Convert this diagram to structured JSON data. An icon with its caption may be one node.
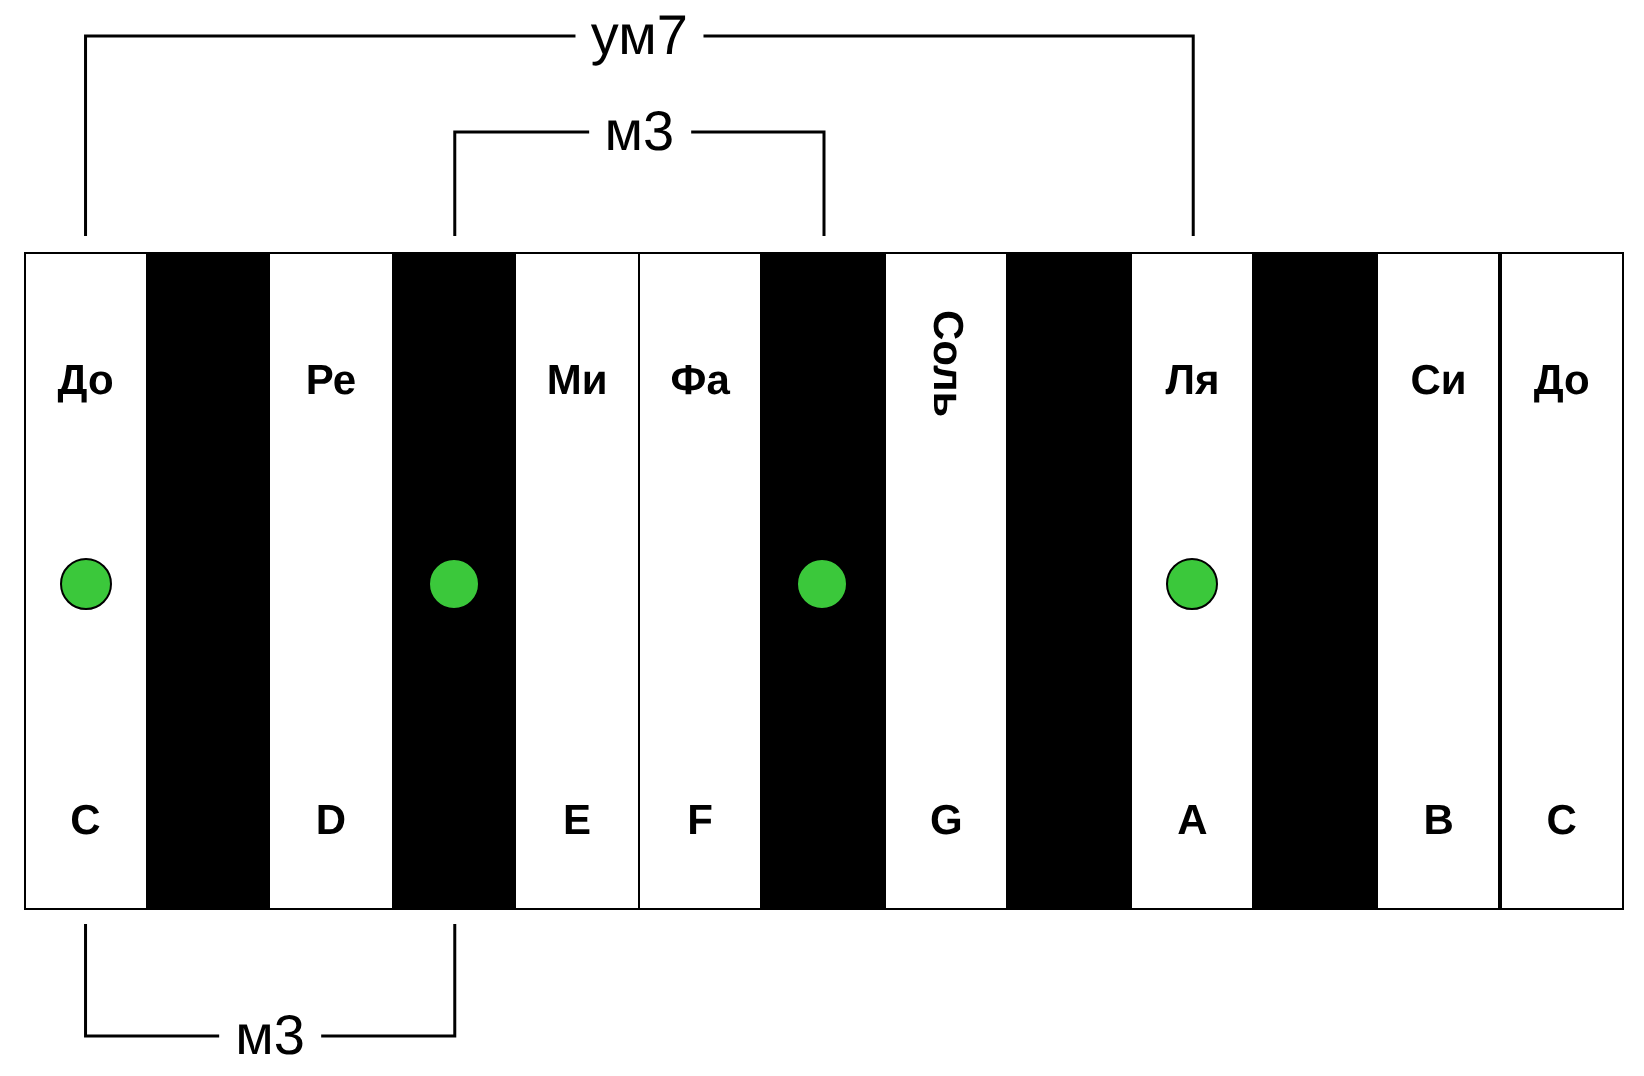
{
  "diagram": {
    "nodes": [
      {
        "text": [
          "До",
          "C"
        ]
      },
      {
        "text": [],
        "shape": "circle",
        "in": 0
      },
      {
        "text": [],
        "shape": "bar"
      },
      {
        "text": [
          "Ре",
          "D"
        ]
      },
      {
        "text": [],
        "shape": "bar"
      },
      {
        "text": [],
        "shape": "circle",
        "in": 4
      },
      {
        "text": [
          "Ми",
          "E"
        ]
      },
      {
        "text": [
          "Фа",
          "F"
        ]
      },
      {
        "text": [],
        "shape": "bar"
      },
      {
        "text": [],
        "shape": "circle",
        "in": 8
      },
      {
        "text": [
          "Соль",
          "G"
        ]
      },
      {
        "text": [],
        "shape": "bar"
      },
      {
        "text": [
          "Ля",
          "A"
        ]
      },
      {
        "text": [],
        "shape": "circle",
        "in": 12
      },
      {
        "text": [],
        "shape": "bar"
      },
      {
        "text": [
          "Си",
          "B"
        ]
      },
      {
        "text": [
          "До",
          "C"
        ]
      }
    ],
    "edges": [],
    "labels": [
      "ум7",
      "м3",
      "м3"
    ]
  }
}
